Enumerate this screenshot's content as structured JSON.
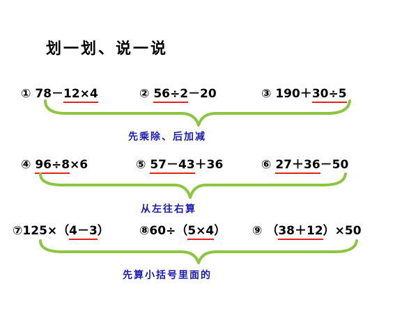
{
  "title": "划一划、说一说",
  "rows": [
    {
      "items": [
        {
          "num": "①",
          "pre": " 78－",
          "u": "12×4",
          "post": ""
        },
        {
          "num": "②",
          "pre": " ",
          "u": "56÷2",
          "post": "－20"
        },
        {
          "num": "③",
          "pre": " 190＋",
          "u": "30÷5",
          "post": ""
        }
      ],
      "rule": "先乘除、后加减"
    },
    {
      "items": [
        {
          "num": "④",
          "pre": " ",
          "u": "96÷8",
          "post": "×6"
        },
        {
          "num": "⑤",
          "pre": " ",
          "u": "57－43",
          "post": "＋36"
        },
        {
          "num": "⑥",
          "pre": " ",
          "u": "27＋36",
          "post": "－50"
        }
      ],
      "rule": "从左往右算"
    },
    {
      "items": [
        {
          "num": "⑦",
          "pre": "125×（",
          "u": "4－3",
          "post": "）"
        },
        {
          "num": "⑧",
          "pre": "60÷（",
          "u": "5×4",
          "post": "）"
        },
        {
          "num": "⑨",
          "pre": " （",
          "u": "38＋12",
          "post": "）×50"
        }
      ],
      "rule": "先算小括号里面的"
    }
  ],
  "colors": {
    "underline": "#e0241b",
    "brace": "#8cc63f",
    "rule_text": "#1a1ab8"
  }
}
